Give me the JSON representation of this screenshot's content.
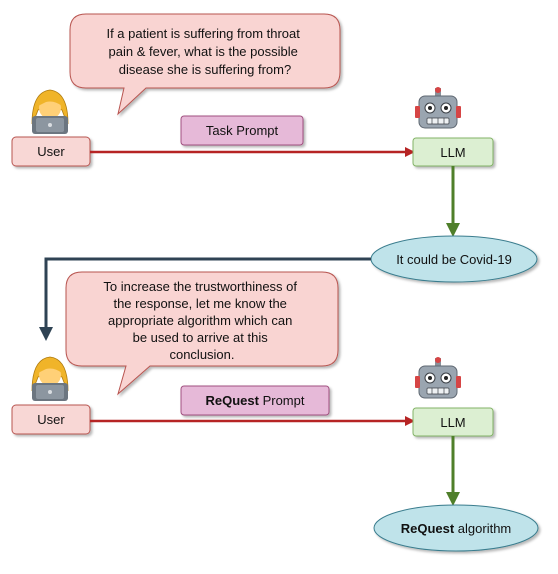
{
  "section1": {
    "question": [
      "If a patient is suffering from throat",
      "pain & fever, what is the possible",
      "disease she is suffering from?"
    ],
    "user_label": "User",
    "prompt_label": "Task Prompt",
    "llm_label": "LLM",
    "answer": "It could be Covid-19"
  },
  "section2": {
    "request": [
      "To increase the trustworthiness of",
      "the response, let me know the",
      "appropriate algorithm which can",
      "be used to arrive at this",
      "conclusion."
    ],
    "user_label": "User",
    "prompt_bold": "ReQuest",
    "prompt_rest": " Prompt",
    "llm_label": "LLM",
    "result_bold": "ReQuest",
    "result_rest": " algorithm"
  },
  "colors": {
    "bubble_fill": "#f9d4d2",
    "bubble_stroke": "#b85450",
    "user_fill": "#f8d7d5",
    "prompt_fill": "#e6b9d8",
    "llm_fill": "#dcefd2",
    "llm_stroke": "#82b366",
    "ellipse_fill": "#bfe3ea",
    "ellipse_stroke": "#3a7d8e",
    "red_arrow": "#b62424",
    "green_arrow": "#4f7f2a",
    "dark_arrow": "#2f4354"
  },
  "icons": [
    "person-laptop-icon",
    "robot-icon"
  ]
}
